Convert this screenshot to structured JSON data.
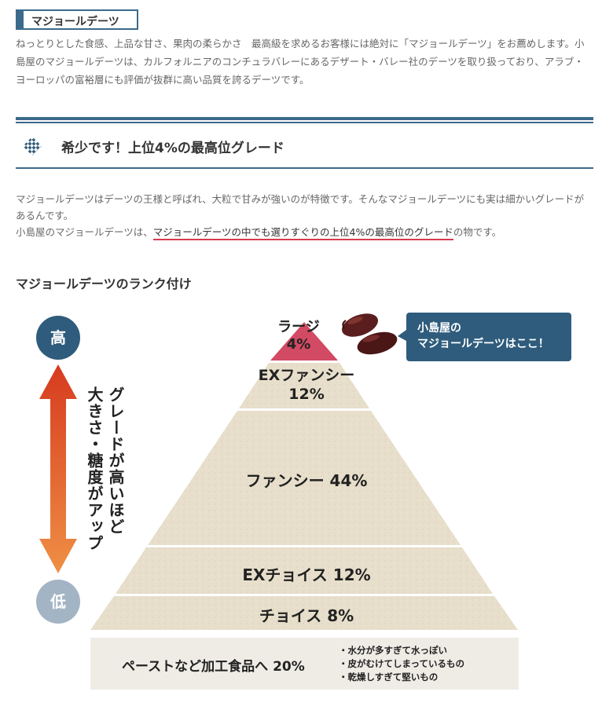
{
  "section_tag": "マジョールデーツ",
  "intro": "ねっとりとした食感、上品な甘さ、果肉の柔らかさ　最高級を求めるお客様には絶対に「マジョールデーツ」をお薦めします。小島屋のマジョールデーツは、カルフォルニアのコンチュラバレーにあるデザート・バレー社のデーツを取り扱っており、アラブ・ヨーロッパの富裕層にも評価が抜群に高い品質を誇るデーツです。",
  "heading": "希少です！上位4%の最高位グレード",
  "paragraph": {
    "line1": "マジョールデーツはデーツの王様と呼ばれ、大粒で甘みが強いのが特徴です。そんなマジョールデーツにも実は細かいグレードがあるんです。",
    "line2_before": "小島屋のマジョールデーツは、",
    "line2_highlight": "マジョールデーツの中でも選りすぐりの上位4%の最高位のグレード",
    "line2_after": "の物です。"
  },
  "rank_title": "マジョールデーツのランク付け",
  "scale": {
    "high": "高",
    "low": "低",
    "text_col1": "グレードが高いほど",
    "text_col2": "大きさ・糖度がアップ"
  },
  "callout": {
    "line1": "小島屋の",
    "line2": "マジョールデーツはここ！"
  },
  "chart_data": {
    "type": "table",
    "tiers": [
      {
        "name": "ラージ",
        "percent": "4%"
      },
      {
        "name": "EXファンシー",
        "percent": "12%"
      },
      {
        "name": "ファンシー",
        "percent": "44%"
      },
      {
        "name": "EXチョイス",
        "percent": "12%"
      },
      {
        "name": "チョイス",
        "percent": "8%"
      }
    ],
    "base": {
      "name": "ペーストなど加工食品へ",
      "percent": "20%"
    },
    "base_notes": [
      "・水分が多すぎて水っぽい",
      "・皮がむけてしまっているもの",
      "・乾燥しすぎて堅いもの"
    ]
  },
  "colors": {
    "accent": "#3c6a8c",
    "high_circle": "#2f5c7c",
    "low_circle": "#a3b4c4",
    "top_tier": "#d24a63",
    "tier_fill": "#e7dfcb",
    "arrow_top": "#d63b1f",
    "arrow_bottom": "#ef8f45",
    "highlight_underline": "#d83a4e"
  },
  "icons": [
    "diamond-lattice-icon",
    "dates-fruit-icon"
  ]
}
